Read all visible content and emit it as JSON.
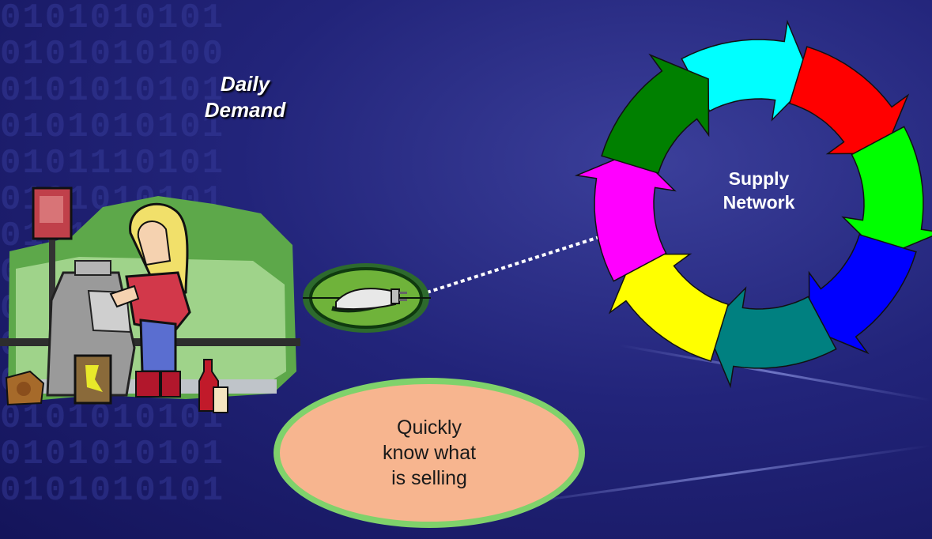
{
  "diagram": {
    "title_line1": "Daily",
    "title_line2": "Demand",
    "callout_line1": "Quickly",
    "callout_line2": "know what",
    "callout_line3": "is selling",
    "hub_line1": "Supply",
    "hub_line2": "Network",
    "ring_segments": [
      {
        "name": "cyan",
        "color": "#00ffff"
      },
      {
        "name": "red",
        "color": "#ff0000"
      },
      {
        "name": "green",
        "color": "#00ff00"
      },
      {
        "name": "blue",
        "color": "#0000ff"
      },
      {
        "name": "teal",
        "color": "#008080"
      },
      {
        "name": "yellow",
        "color": "#ffff00"
      },
      {
        "name": "magenta",
        "color": "#ff00ff"
      },
      {
        "name": "dark-green",
        "color": "#008000"
      }
    ],
    "callout_fill": "#f7b58f",
    "callout_border": "#7fd26b",
    "connector_icon": "power-plug-icon"
  }
}
